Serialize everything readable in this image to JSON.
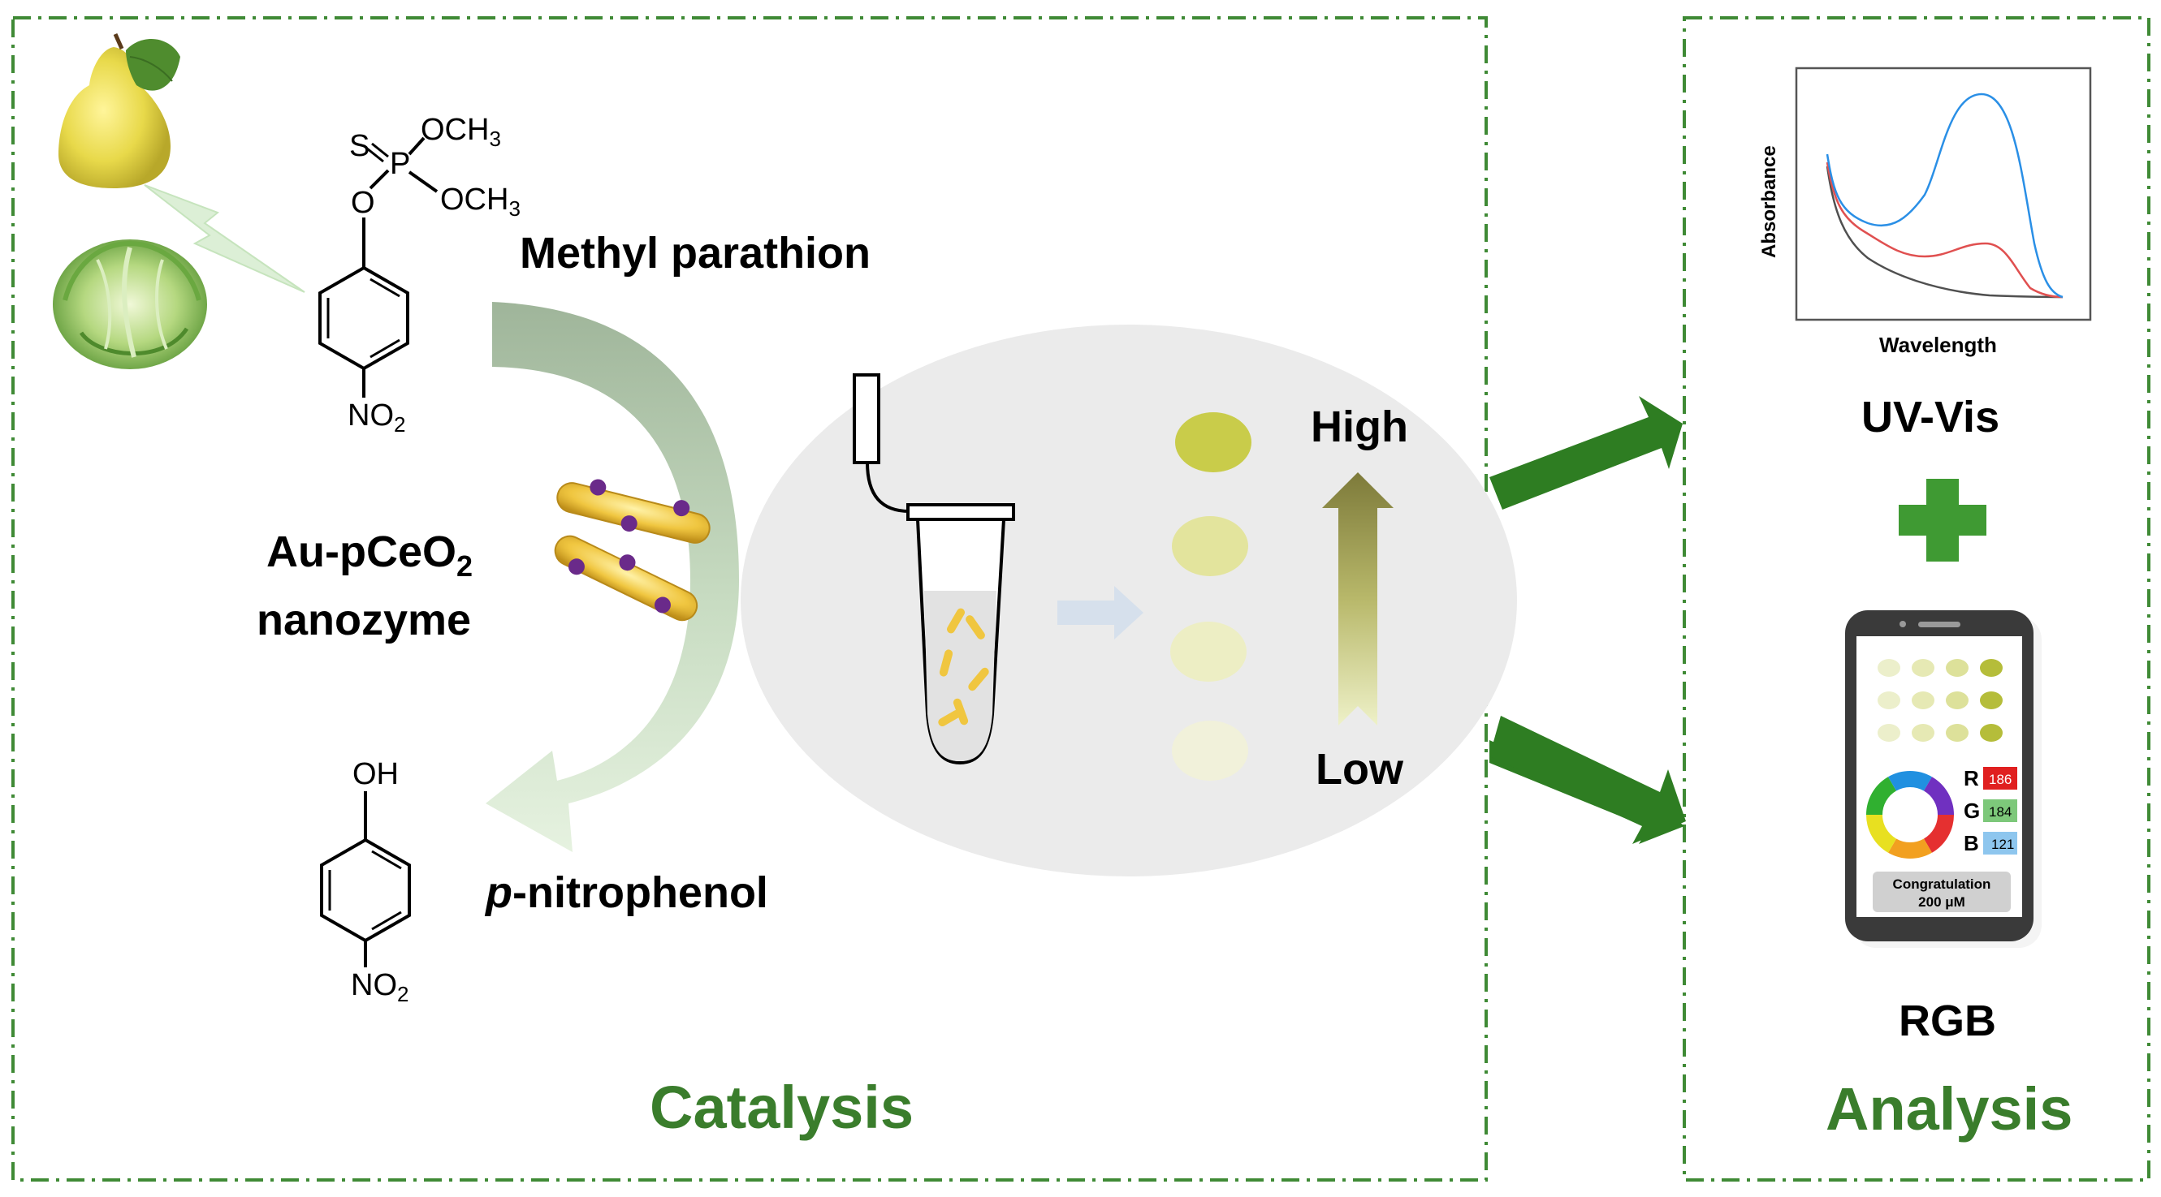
{
  "panels": {
    "catalysis_title": "Catalysis",
    "analysis_title": "Analysis"
  },
  "chemicals": {
    "methyl_parathion": {
      "label": "Methyl parathion",
      "s_atom": "S",
      "p_atom": "P",
      "o_atom": "O",
      "och3_top": "OCH",
      "och3_top_sub": "3",
      "och3_bottom": "OCH",
      "och3_bottom_sub": "3",
      "no2": "NO",
      "no2_sub": "2"
    },
    "nanozyme": {
      "line1_main": "Au-pCeO",
      "line1_sub": "2",
      "line2": "nanozyme"
    },
    "p_nitrophenol": {
      "label_italic": "p",
      "label_rest": "-nitrophenol",
      "oh": "OH",
      "no2": "NO",
      "no2_sub": "2"
    }
  },
  "gradient_scale": {
    "high": "High",
    "low": "Low",
    "spot_colors": [
      "#c9cc4a",
      "#e3e49d",
      "#edeec4",
      "#f1f1da"
    ]
  },
  "uv_vis": {
    "label": "UV-Vis",
    "xlabel": "Wavelength",
    "ylabel": "Absorbance",
    "curve_colors": [
      "#2a8fe6",
      "#e05050",
      "#505050"
    ]
  },
  "rgb_phone": {
    "label": "RGB",
    "r_label": "R",
    "r_value": "186",
    "g_label": "G",
    "g_value": "184",
    "b_label": "B",
    "b_value": "121",
    "result_line1": "Congratulation",
    "result_line2": "200 μM"
  },
  "colors": {
    "accent_green": "#3a7d2c",
    "arrow_green": "#2e7d22",
    "border_green": "#3f8a35"
  }
}
